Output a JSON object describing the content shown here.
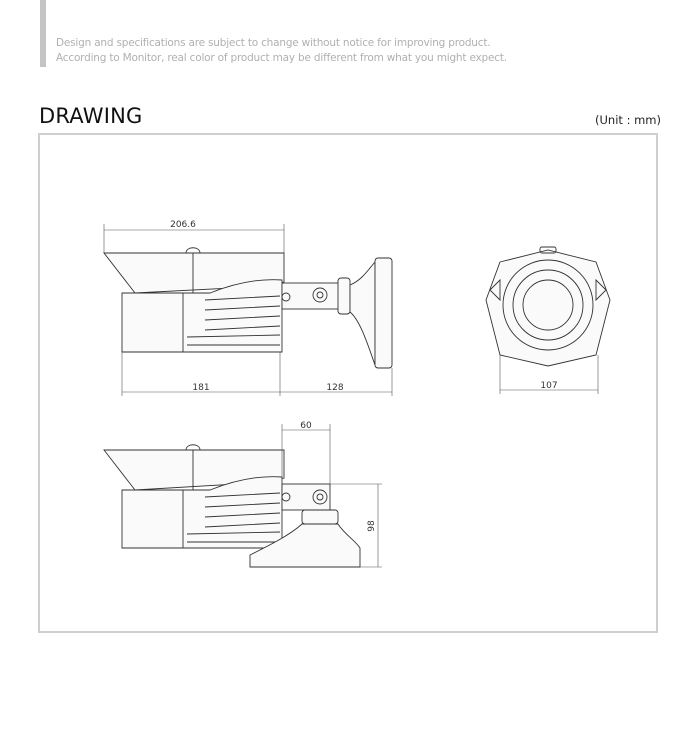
{
  "notice": {
    "line1": "Design and specifications are subject to change without notice for improving product.",
    "line2": "According to Monitor, real color of product may be different from what you might expect."
  },
  "section": {
    "title": "DRAWING",
    "unit": "(Unit : mm)"
  },
  "dimensions": {
    "side_total_length": "206.6",
    "side_body_length": "181",
    "side_bracket_length": "128",
    "front_width": "107",
    "ceiling_offset": "60",
    "ceiling_height": "98"
  }
}
